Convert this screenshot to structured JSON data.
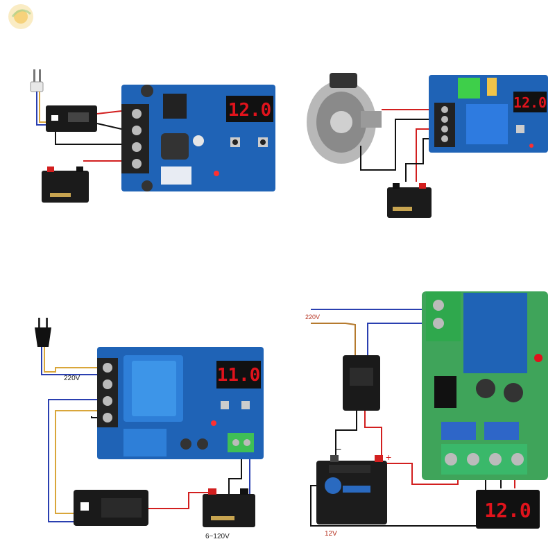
{
  "panels": [
    {
      "display": "12.0"
    },
    {
      "display": "12.0"
    },
    {
      "display": "11.0",
      "input_label": "220V",
      "output_label": "6~120V"
    },
    {
      "display": "12.0",
      "input_label": "220V",
      "output_label": "12V",
      "minus": "−",
      "plus": "+"
    }
  ],
  "colors": {
    "board": "#1f63b6",
    "display": "#e0131c",
    "wire_red": "#d21f1f",
    "wire_blue": "#2a3fb0",
    "wire_black": "#111111"
  }
}
